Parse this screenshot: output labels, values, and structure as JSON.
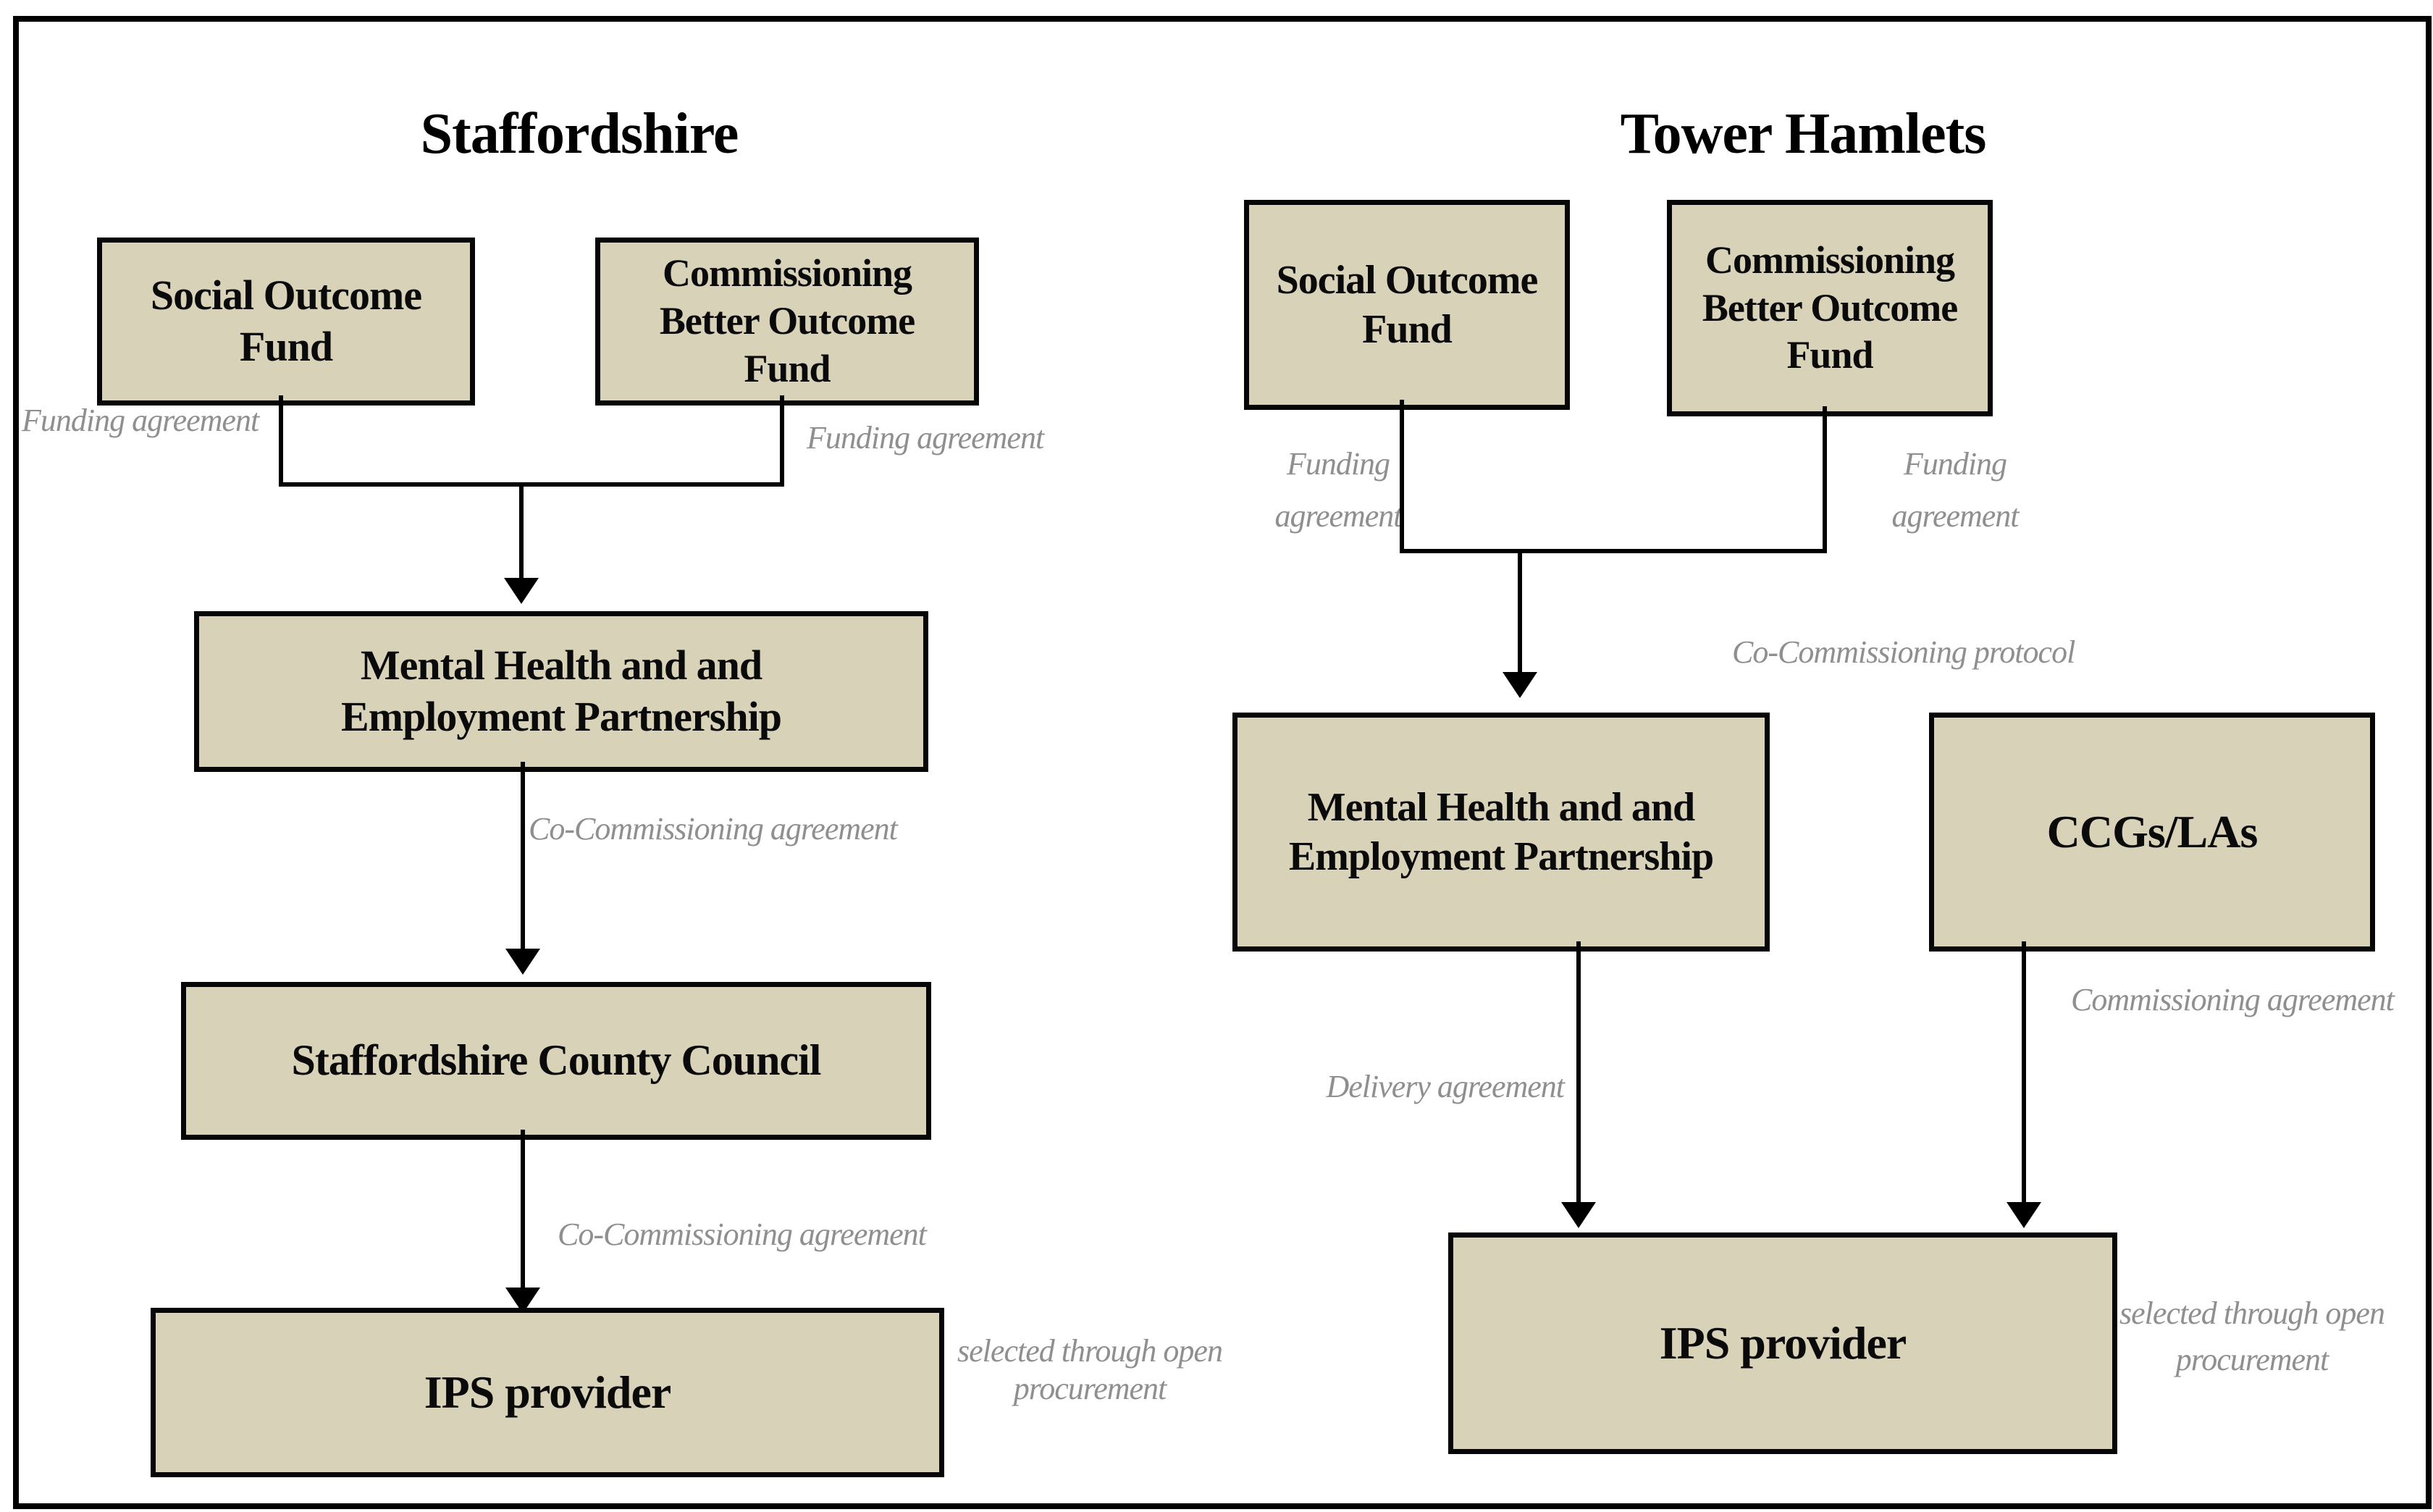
{
  "colors": {
    "box_fill": "#d8d2b9",
    "box_border": "#000000",
    "edge_label_gray": "#8f8f8f",
    "line_color": "#000000",
    "frame_color": "#000000",
    "background": "#ffffff"
  },
  "panels": [
    {
      "title": "Staffordshire",
      "nodes": {
        "social_outcome_fund": "Social Outcome\nFund",
        "commissioning_better_outcome_fund": "Commissioning\nBetter Outcome\nFund",
        "mental_health_partnership": "Mental Health and and\nEmployment Partnership",
        "county_council": "Staffordshire County Council",
        "ips_provider": "IPS provider"
      },
      "edge_labels": {
        "funding_agreement_left": "Funding agreement",
        "funding_agreement_right": "Funding agreement",
        "co_commissioning_agreement_upper": "Co-Commissioning agreement",
        "co_commissioning_agreement_lower": "Co-Commissioning agreement",
        "procurement_note": "selected through open\nprocurement"
      }
    },
    {
      "title": "Tower Hamlets",
      "nodes": {
        "social_outcome_fund": "Social Outcome\nFund",
        "commissioning_better_outcome_fund": "Commissioning\nBetter Outcome\nFund",
        "mental_health_partnership": "Mental Health and and\nEmployment Partnership",
        "ccgs_las": "CCGs/LAs",
        "ips_provider": "IPS provider"
      },
      "edge_labels": {
        "funding_agreement_left": "Funding\nagreement",
        "funding_agreement_right": "Funding\nagreement",
        "co_commissioning_protocol": "Co-Commissioning protocol",
        "delivery_agreement": "Delivery agreement",
        "commissioning_agreement": "Commissioning agreement",
        "procurement_note": "selected through open\nprocurement"
      }
    }
  ]
}
